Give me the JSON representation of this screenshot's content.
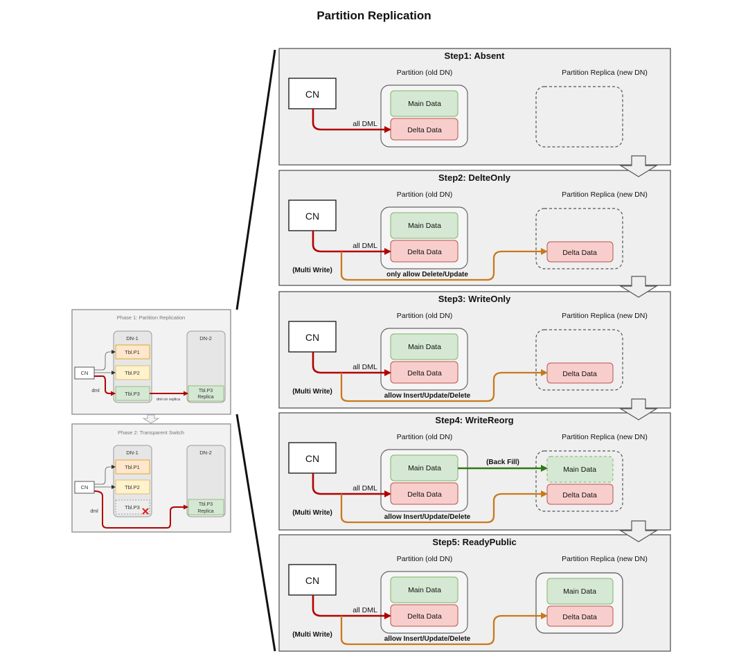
{
  "title": "Partition Replication",
  "colors": {
    "panel_bg": "#efefef",
    "panel_border": "#555555",
    "main_fill": "#d5e8d4",
    "main_stroke": "#82b366",
    "delta_fill": "#f8cecc",
    "delta_stroke": "#b85450",
    "dml_arrow": "#b20000",
    "multi_write_arrow": "#c9781b",
    "backfill_arrow": "#2d7a12",
    "p1_fill": "#ffe6cc",
    "p1_stroke": "#d79b00",
    "p2_fill": "#fff2cc",
    "p2_stroke": "#d6b656",
    "cross": "#e0201b"
  },
  "phases": [
    {
      "title": "Phase 1: Partition Replication",
      "cn": "CN",
      "dn1": "DN-1",
      "dn2": "DN-2",
      "p1": "Tbl.P1",
      "p2": "Tbl.P2",
      "p3": "Tbl.P3",
      "replica_line1": "Tbl.P3",
      "replica_line2": "Replica",
      "dml": "dml",
      "dml_on_replica": "dml on replica"
    },
    {
      "title": "Phase 2: Transparent Switch",
      "cn": "CN",
      "dn1": "DN-1",
      "dn2": "DN-2",
      "p1": "Tbl.P1",
      "p2": "Tbl.P2",
      "p3": "Tbl.P3",
      "replica_line1": "Tbl.P3",
      "replica_line2": "Replica",
      "dml": "dml"
    }
  ],
  "steps": [
    {
      "title": "Step1:  Absent",
      "cn": "CN",
      "partition_label": "Partition  (old DN)",
      "replica_label": "Partition Replica (new DN)",
      "main": "Main Data",
      "delta": "Delta Data",
      "all_dml": "all DML"
    },
    {
      "title": "Step2:  DelteOnly",
      "cn": "CN",
      "partition_label": "Partition  (old DN)",
      "replica_label": "Partition Replica (new DN)",
      "main": "Main Data",
      "delta": "Delta Data",
      "all_dml": "all DML",
      "multi_write": "(Multi Write)",
      "allow": "only allow Delete/Update",
      "replica_delta": "Delta Data"
    },
    {
      "title": "Step3:  WriteOnly",
      "cn": "CN",
      "partition_label": "Partition  (old DN)",
      "replica_label": "Partition Replica (new DN)",
      "main": "Main Data",
      "delta": "Delta Data",
      "all_dml": "all DML",
      "multi_write": "(Multi Write)",
      "allow": "allow Insert/Update/Delete",
      "replica_delta": "Delta Data"
    },
    {
      "title": "Step4:  WriteReorg",
      "cn": "CN",
      "partition_label": "Partition  (old DN)",
      "replica_label": "Partition Replica (new DN)",
      "main": "Main Data",
      "delta": "Delta Data",
      "all_dml": "all DML",
      "multi_write": "(Multi Write)",
      "allow": "allow Insert/Update/Delete",
      "back_fill": "(Back Fill)",
      "replica_main": "Main Data",
      "replica_delta": "Delta Data"
    },
    {
      "title": "Step5:  ReadyPublic",
      "cn": "CN",
      "partition_label": "Partition  (old DN)",
      "replica_label": "Partition Replica (new DN)",
      "main": "Main Data",
      "delta": "Delta Data",
      "all_dml": "all DML",
      "multi_write": "(Multi Write)",
      "allow": "allow Insert/Update/Delete",
      "replica_main": "Main Data",
      "replica_delta": "Delta Data"
    }
  ]
}
